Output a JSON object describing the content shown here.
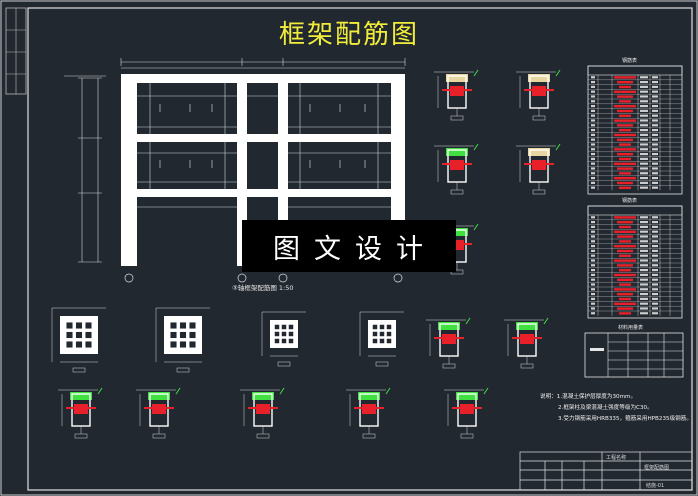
{
  "drawing": {
    "title": "框架配筋图",
    "watermark": "图文设计",
    "frame_caption": "③轴框架配筋图 1:50",
    "notes_heading": "说明：",
    "notes": [
      "1.混凝土保护层厚度为30mm。",
      "2.框架柱及梁混凝土强度等级为C30。",
      "3.受力钢筋采用HRB335，箍筋采用HPB235级钢筋。"
    ],
    "table_titles": [
      "钢筋表",
      "钢筋表",
      "材料用量表"
    ],
    "title_block": {
      "project_label": "工程名称",
      "drawing_label": "框架配筋图",
      "sheet_label": "结施-01"
    }
  },
  "colors": {
    "background": "#212830",
    "title": "#f2ec3a",
    "frame": "#ffffff",
    "rebar": "#e8202a",
    "stirrup_green": "#3fe03f",
    "tan": "#e8d6a0"
  }
}
